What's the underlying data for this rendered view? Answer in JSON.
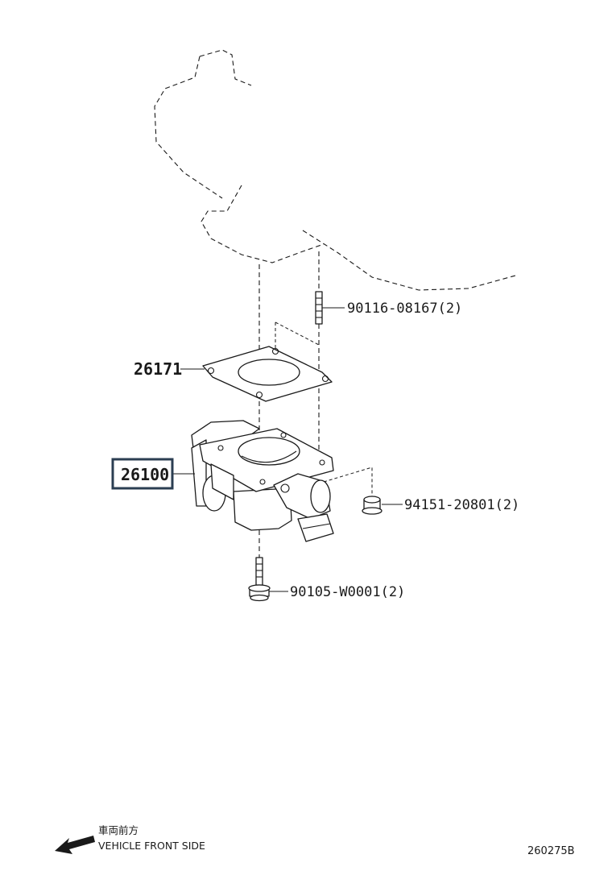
{
  "diagram": {
    "callouts": [
      {
        "id": "stud",
        "label": "90116-08167(2)"
      },
      {
        "id": "gasket",
        "label": "26171"
      },
      {
        "id": "throttle-body",
        "label": "26100"
      },
      {
        "id": "nut",
        "label": "94151-20801(2)"
      },
      {
        "id": "bolt",
        "label": "90105-W0001(2)"
      }
    ],
    "direction": {
      "japanese": "車両前方",
      "english": "VEHICLE FRONT SIDE"
    },
    "figure_code": "260275B",
    "colors": {
      "line": "#1a1a1a",
      "highlight_frame": "#2b3e52"
    }
  }
}
